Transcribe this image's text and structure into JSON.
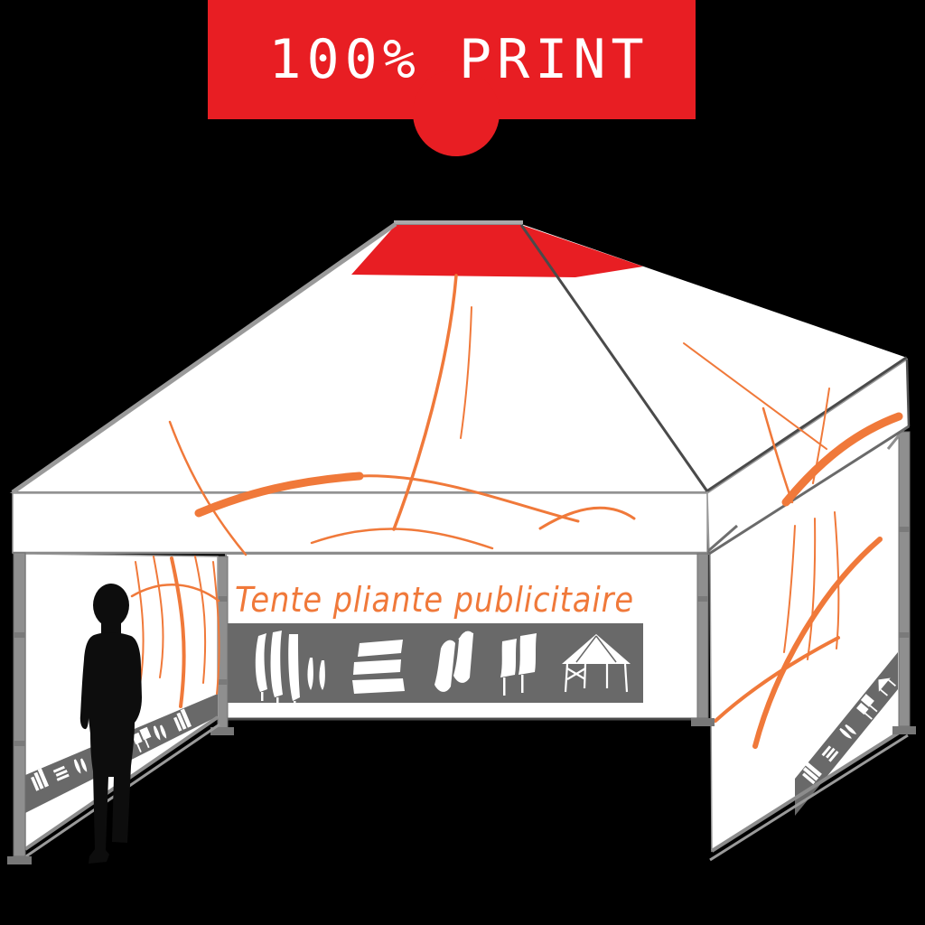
{
  "scene": {
    "background_color": "#000000",
    "ribbon": {
      "label": "100% PRINT",
      "background_color": "#e81e23",
      "text_color": "#ffffff"
    },
    "tent": {
      "title": "Tente pliante publicitaire",
      "title_color": "#f0793a",
      "canvas_color": "#ffffff",
      "roof_accent_color": "#e81e23",
      "swoosh_color": "#f0793a",
      "frame_color": "#8f8f8f",
      "promo_strip": {
        "background_color": "#696969",
        "icon_color": "#ffffff",
        "icons": [
          {
            "name": "beach-flags-icon"
          },
          {
            "name": "horizontal-banners-icon"
          },
          {
            "name": "curved-banners-icon"
          },
          {
            "name": "rectangular-flags-icon"
          },
          {
            "name": "folding-tent-icon"
          }
        ]
      },
      "side_strips": {
        "background_color": "#696969",
        "icon_color": "#ffffff"
      }
    },
    "figure": {
      "name": "person-silhouette",
      "color": "#0d0d0d"
    }
  }
}
